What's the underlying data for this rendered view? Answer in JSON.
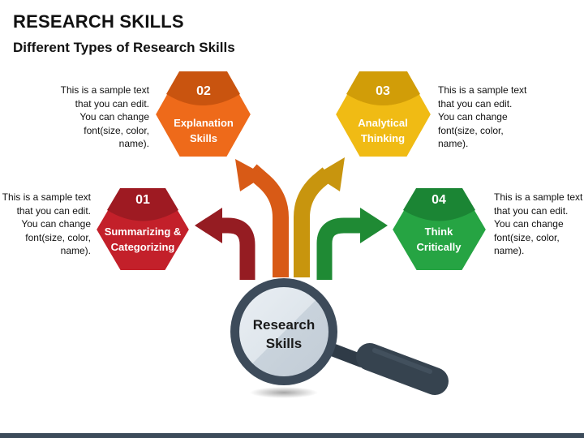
{
  "header": {
    "title": "RESEARCH SKILLS",
    "subtitle": "Different Types of Research Skills"
  },
  "center": {
    "line1": "Research",
    "line2": "Skills"
  },
  "skills": [
    {
      "number": "01",
      "line1": "Summarizing &",
      "line2": "Categorizing",
      "color": "#c3202a",
      "description": "This is a sample text that you can edit. You can change font(size, color, name)."
    },
    {
      "number": "02",
      "line1": "Explanation",
      "line2": "Skills",
      "color": "#ee6a1a",
      "description": "This is a sample text that you can edit. You can change font(size, color, name)."
    },
    {
      "number": "03",
      "line1": "Analytical",
      "line2": "Thinking",
      "color": "#f0bb14",
      "description": "This is a sample text that you can edit. You can change font(size, color, name)."
    },
    {
      "number": "04",
      "line1": "Think",
      "line2": "Critically",
      "color": "#26a443",
      "description": "This is a sample text that you can edit. You can change font(size, color, name)."
    }
  ],
  "colors": {
    "red_arrow": "#951c22",
    "orange_arrow": "#d85a16",
    "yellow_arrow": "#c8950e",
    "green_arrow": "#1f8a34",
    "magnifier_rim": "#3d4b5a",
    "footer": "#3c4b5a"
  }
}
